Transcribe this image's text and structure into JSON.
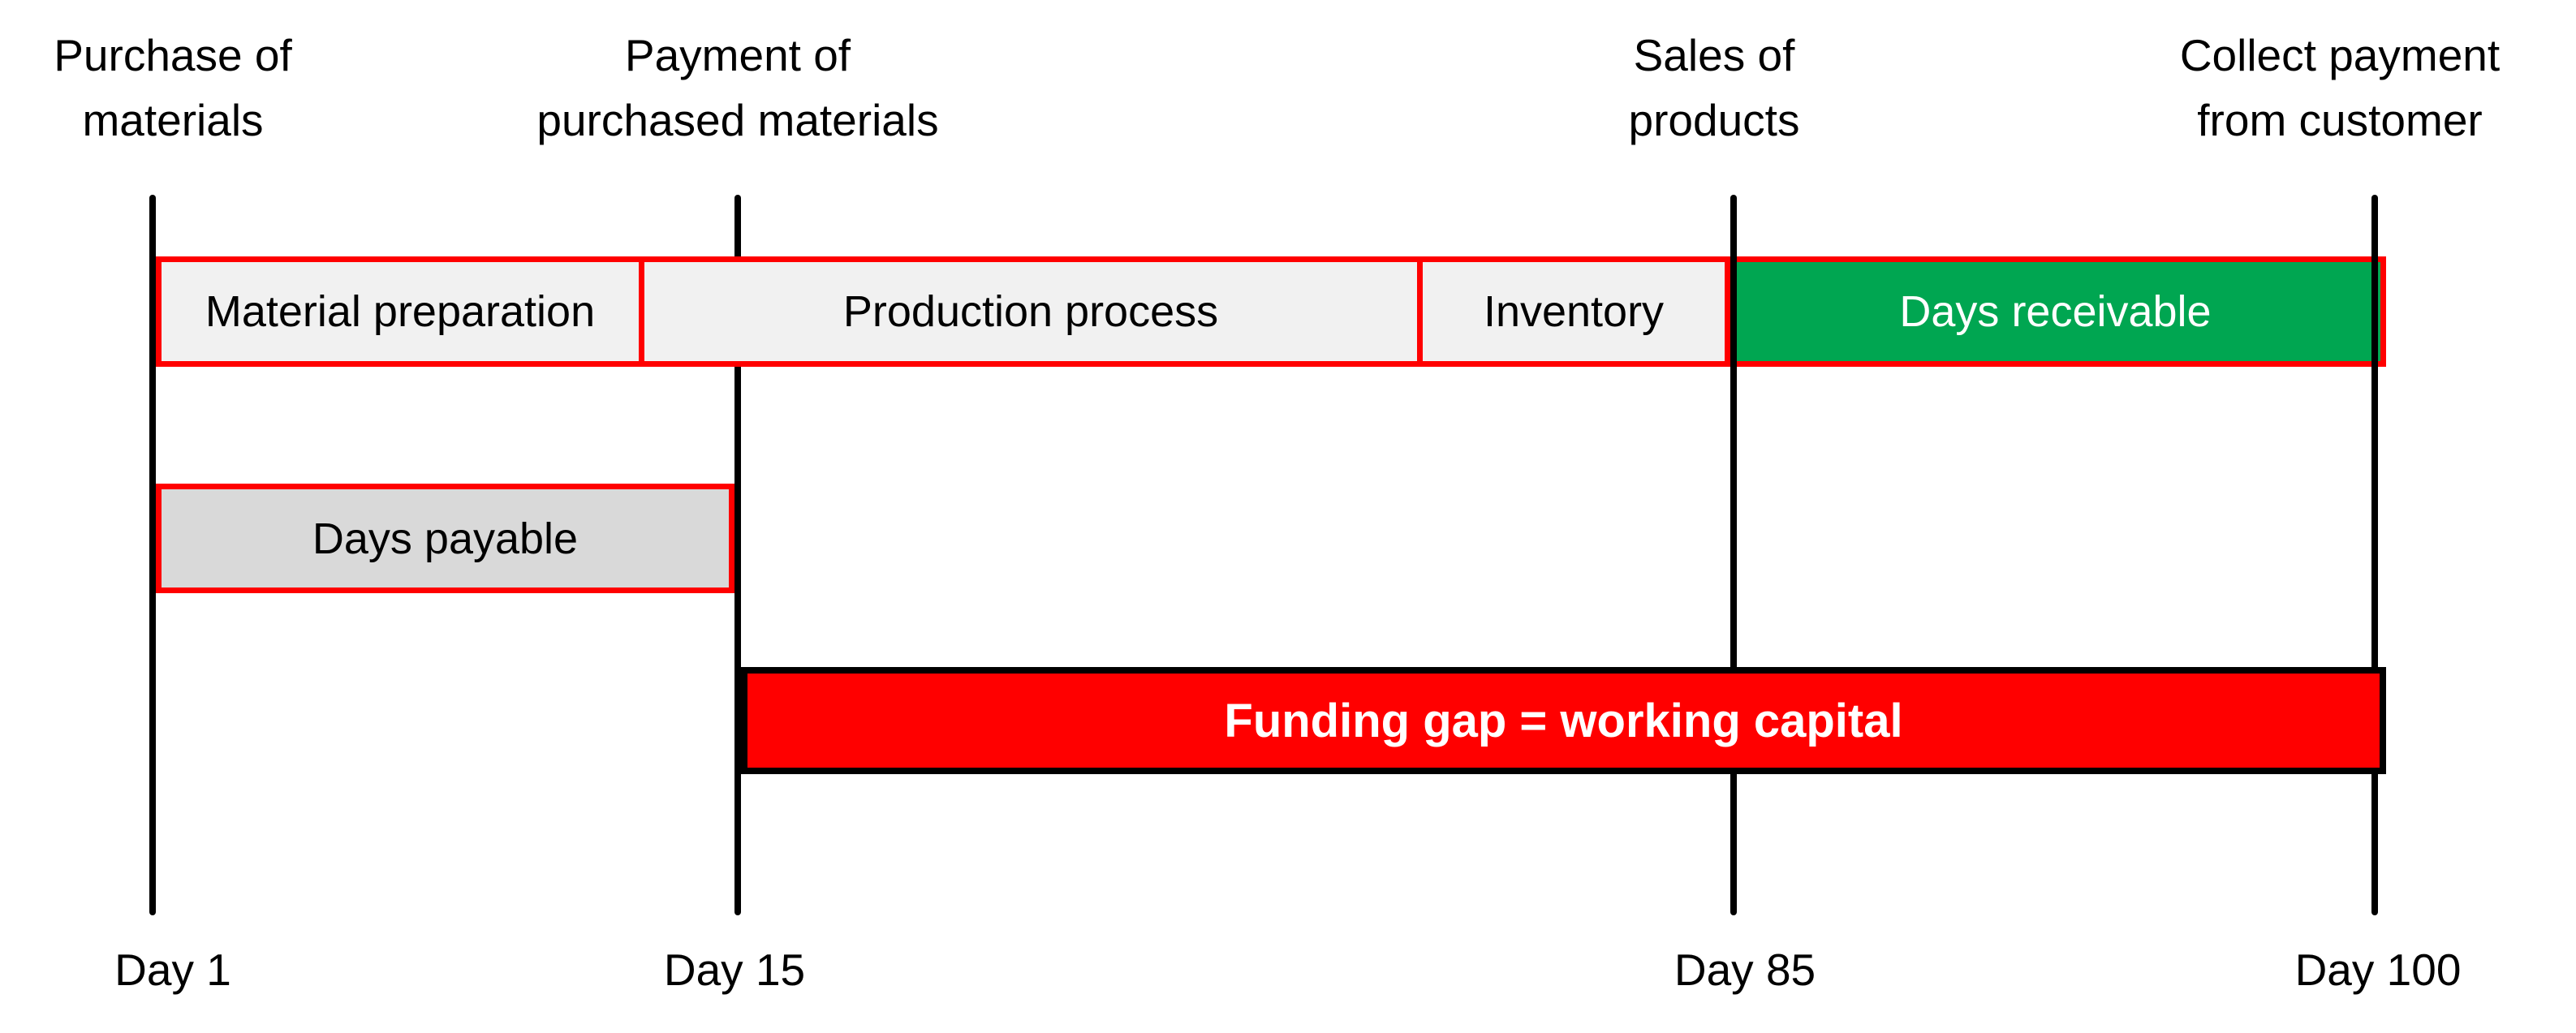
{
  "colors": {
    "border_red": "#FF0000",
    "funding_fill_red": "#FF0000",
    "receivable_green": "#00A651",
    "segment_light_gray": "#F1F1F1",
    "payable_gray": "#D9D9D9",
    "line_black": "#000000",
    "text_black": "#000000",
    "text_white": "#FFFFFF"
  },
  "milestones": [
    {
      "line1": "Purchase of",
      "line2": "materials",
      "day_label": "Day 1",
      "day": 1
    },
    {
      "line1": "Payment of",
      "line2": "purchased materials",
      "day_label": "Day 15",
      "day": 15
    },
    {
      "line1": "Sales of",
      "line2": "products",
      "day_label": "Day 85",
      "day": 85
    },
    {
      "line1": "Collect payment",
      "line2": "from customer",
      "day_label": "Day 100",
      "day": 100
    }
  ],
  "process_bar": {
    "segments": [
      {
        "label": "Material preparation"
      },
      {
        "label": "Production process"
      },
      {
        "label": "Inventory"
      },
      {
        "label": "Days receivable"
      }
    ]
  },
  "payable_bar": {
    "label": "Days payable"
  },
  "funding_bar": {
    "label": "Funding gap = working capital"
  }
}
